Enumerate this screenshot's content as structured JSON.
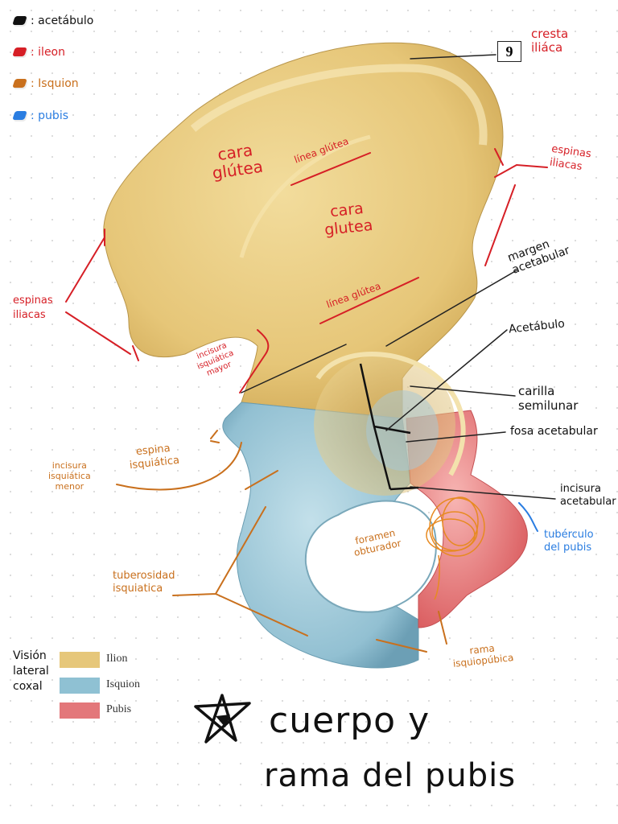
{
  "color_key": [
    {
      "label": ": acetábulo",
      "color": "#111111"
    },
    {
      "label": ": ileon",
      "color": "#d61f26"
    },
    {
      "label": ": Isquion",
      "color": "#c9701d"
    },
    {
      "label": ": pubis",
      "color": "#2a7de1"
    }
  ],
  "figure_number": "9",
  "labels": {
    "cresta_iliaca": [
      "cresta",
      "iliáca"
    ],
    "espinas_iliacas_right": [
      "espinas",
      "iliacas"
    ],
    "espinas_iliacas_left": [
      "espinas",
      "iliacas"
    ],
    "cara_glutea_1": [
      "cara",
      "glútea"
    ],
    "cara_glutea_2": [
      "cara",
      "glutea"
    ],
    "linea_glutea_1": "línea glútea",
    "linea_glutea_2": "línea glútea",
    "incisura_isquiatica_mayor": [
      "incisura",
      "isquiática",
      "mayor"
    ],
    "margen_acetabular": [
      "margen",
      "acetabular"
    ],
    "acetabulo": "Acetábulo",
    "carilla_semilunar": [
      "carilla",
      "semilunar"
    ],
    "fosa_acetabular": "fosa acetabular",
    "incisura_acetabular": [
      "incisura",
      "acetabular"
    ],
    "tuberculo_pubis": [
      "tubérculo",
      "del pubis"
    ],
    "espina_isquiatica": [
      "espina",
      "isquiática"
    ],
    "incisura_isquiatica_menor": [
      "incisura",
      "isquiática",
      "menor"
    ],
    "foramen_obturador": [
      "foramen",
      "obturador"
    ],
    "tuberosidad_isquiatica": [
      "tuberosidad",
      "isquiatica"
    ],
    "rama_isquiopubica": [
      "rama",
      "isquiopúbica"
    ]
  },
  "view_caption": [
    "Visión",
    "lateral",
    "coxal"
  ],
  "legend": [
    {
      "label": "Ilion",
      "color": "#e6c77a"
    },
    {
      "label": "Isquion",
      "color": "#8fc1d3"
    },
    {
      "label": "Pubis",
      "color": "#e3777a"
    }
  ],
  "note": [
    "cuerpo y",
    "rama del pubis"
  ],
  "colors": {
    "ilion": "#e8cc86",
    "isquion": "#9cc8d8",
    "pubis": "#e98e8e",
    "red_ink": "#d61f26",
    "orange_ink": "#c9701d",
    "blue_ink": "#2a7de1"
  }
}
